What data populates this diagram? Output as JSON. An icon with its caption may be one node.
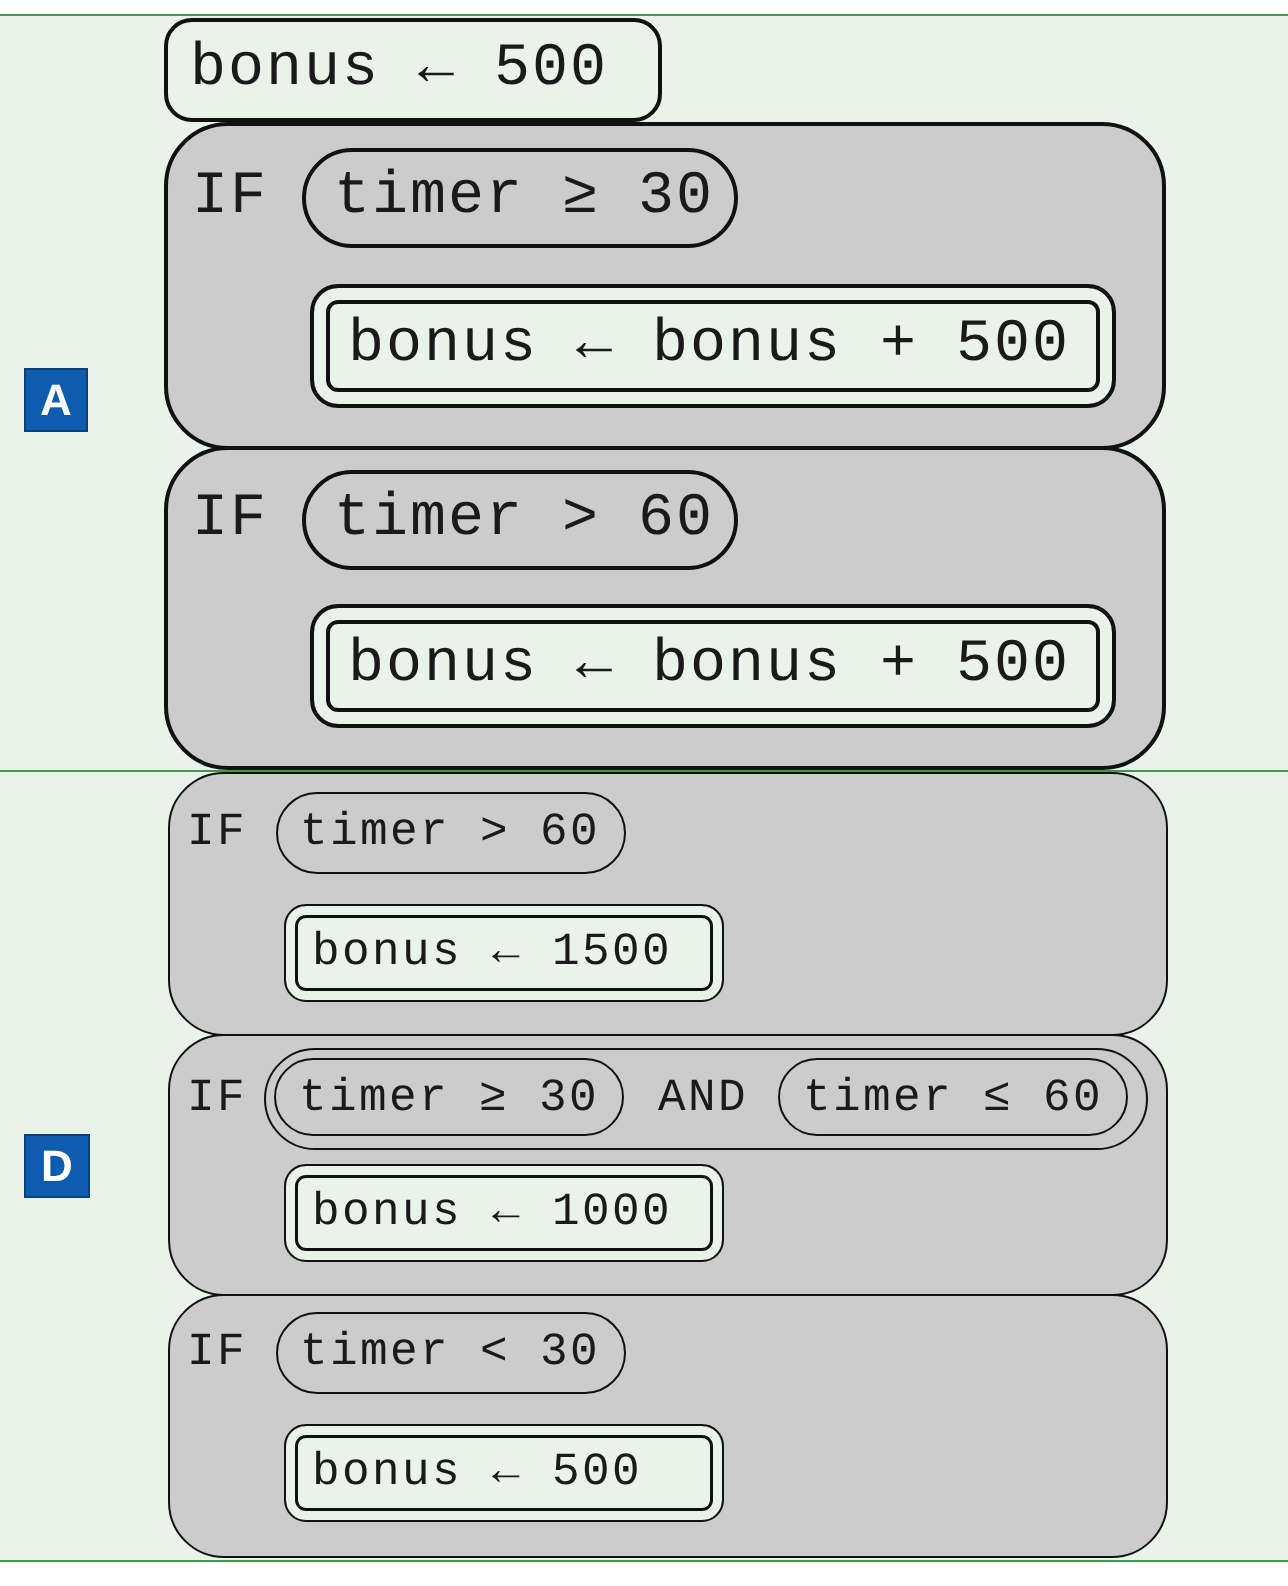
{
  "diagram": {
    "nodes": [
      {
        "text": [
          "A"
        ]
      },
      {
        "text": [
          "bonus ← 500"
        ]
      },
      {
        "text": [
          "IF"
        ]
      },
      {
        "text": [
          "timer ≥ 30"
        ],
        "in": 2
      },
      {
        "text": [
          "bonus ← bonus + 500"
        ],
        "in": 2
      },
      {
        "text": [
          "IF"
        ]
      },
      {
        "text": [
          "timer > 60"
        ],
        "in": 5
      },
      {
        "text": [
          "bonus ← bonus + 500"
        ],
        "in": 5
      },
      {
        "text": [
          "D"
        ]
      },
      {
        "text": [
          "IF"
        ]
      },
      {
        "text": [
          "timer > 60"
        ],
        "in": 9
      },
      {
        "text": [
          "bonus ← 1500"
        ],
        "in": 9
      },
      {
        "text": [
          "IF"
        ]
      },
      {
        "text": [
          "AND"
        ],
        "in": 12
      },
      {
        "text": [
          "timer ≥ 30"
        ],
        "in": 13
      },
      {
        "text": [
          "timer ≤ 60"
        ],
        "in": 13
      },
      {
        "text": [
          "bonus ← 1000"
        ],
        "in": 12
      },
      {
        "text": [
          "IF"
        ]
      },
      {
        "text": [
          "timer < 30"
        ],
        "in": 17
      },
      {
        "text": [
          "bonus ← 500"
        ],
        "in": 17
      }
    ]
  }
}
